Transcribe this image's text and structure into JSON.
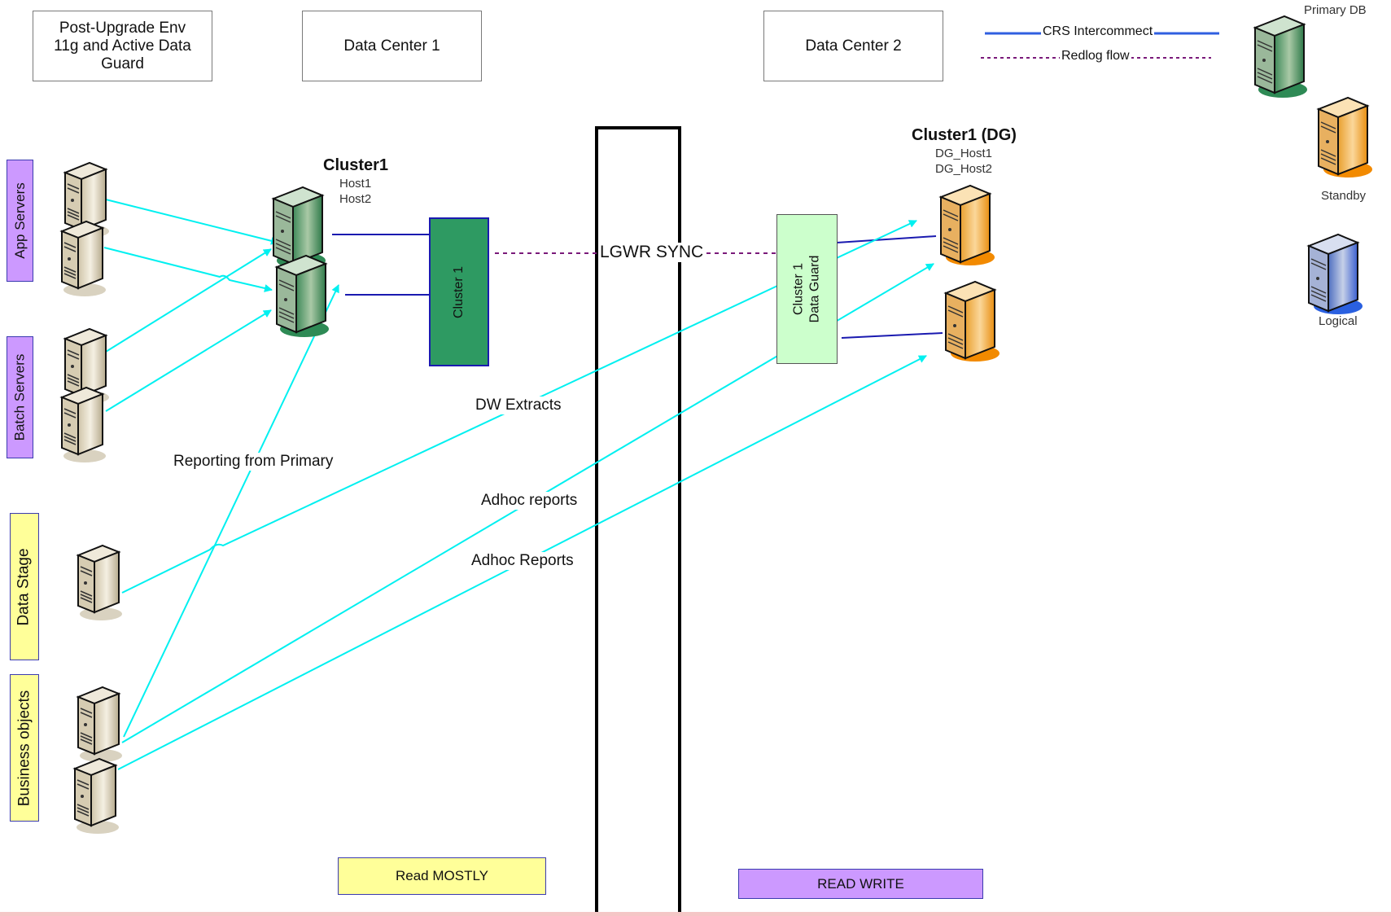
{
  "header": {
    "env_title": [
      "Post-Upgrade Env",
      "11g and Active Data",
      "Guard"
    ],
    "dc1": "Data Center 1",
    "dc2": "Data Center 2"
  },
  "legend": {
    "crs": "CRS Intercommect",
    "redlog": "Redlog flow",
    "crs_color": "#2f5fe0",
    "redlog_color": "#7a1a7a",
    "server_keys": [
      {
        "label": "Primary DB",
        "color": "#2f8a5a"
      },
      {
        "label": "Standby",
        "color": "#f08a10"
      },
      {
        "label": "Logical",
        "color": "#3a6ee0"
      }
    ]
  },
  "side_groups": {
    "app": "App Servers",
    "batch": "Batch Servers",
    "datastage": "Data Stage",
    "bo": "Business objects"
  },
  "cluster1": {
    "title": "Cluster1",
    "host1": "Host1",
    "host2": "Host2",
    "box": "Cluster 1"
  },
  "cluster_dg": {
    "title": "Cluster1 (DG)",
    "host1": "DG_Host1",
    "host2": "DG_Host2",
    "box_line1": "Cluster 1",
    "box_line2": "Data Guard"
  },
  "flows": {
    "lgwr": "LGWR SYNC",
    "dw": "DW Extracts",
    "reporting": "Reporting from Primary",
    "adhoc1": "Adhoc reports",
    "adhoc2": "Adhoc Reports"
  },
  "footer": {
    "read_mostly": "Read MOSTLY",
    "read_write": "READ WRITE"
  },
  "colors": {
    "arrow": "#00f0f0",
    "primary_box": "#2e9a62",
    "dg_box": "#ccffcc",
    "read_mostly": "#ffff99",
    "read_write": "#cc99ff",
    "app_label": "#cc99ff",
    "ds_label": "#ffff99",
    "link": "#1a1ab0"
  }
}
